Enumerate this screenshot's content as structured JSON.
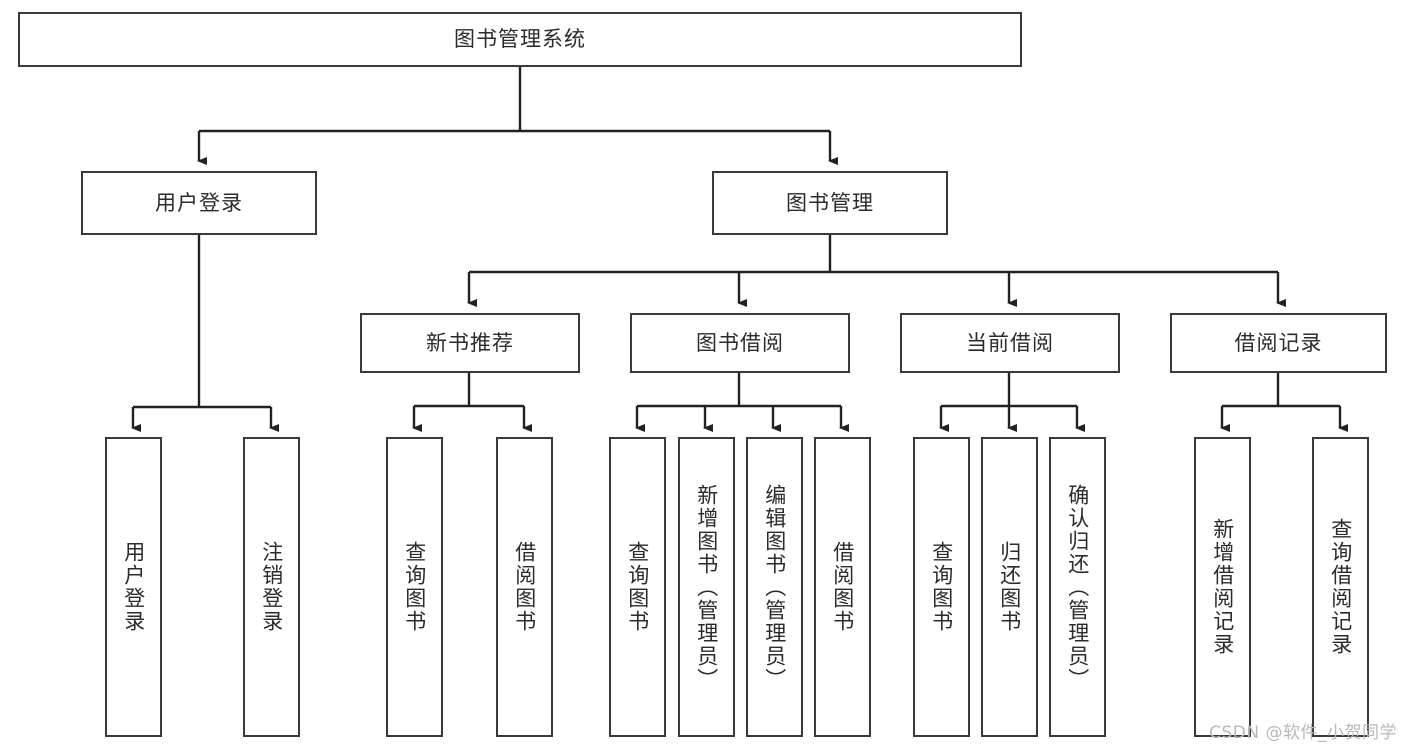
{
  "diagram": {
    "title": "图书管理系统",
    "type": "tree-hierarchy",
    "watermark": "CSDN @软件_小贺同学",
    "colors": {
      "box_border": "#3a3a3a",
      "box_fill": "#ffffff",
      "connector": "#222222",
      "text": "#2b2b2b",
      "watermark": "#b9b9b9"
    },
    "root": {
      "label": "图书管理系统"
    },
    "level2": [
      {
        "label": "用户登录"
      },
      {
        "label": "图书管理"
      }
    ],
    "level3": [
      {
        "label": "新书推荐"
      },
      {
        "label": "图书借阅"
      },
      {
        "label": "当前借阅"
      },
      {
        "label": "借阅记录"
      }
    ],
    "leaves": [
      {
        "label": "用户登录",
        "parent": "用户登录"
      },
      {
        "label": "注销登录",
        "parent": "用户登录"
      },
      {
        "label": "查询图书",
        "parent": "新书推荐"
      },
      {
        "label": "借阅图书",
        "parent": "新书推荐"
      },
      {
        "label": "查询图书",
        "parent": "图书借阅"
      },
      {
        "label": "新增图书（管理员）",
        "parent": "图书借阅"
      },
      {
        "label": "编辑图书（管理员）",
        "parent": "图书借阅"
      },
      {
        "label": "借阅图书",
        "parent": "图书借阅"
      },
      {
        "label": "查询图书",
        "parent": "当前借阅"
      },
      {
        "label": "归还图书",
        "parent": "当前借阅"
      },
      {
        "label": "确认归还（管理员）",
        "parent": "当前借阅"
      },
      {
        "label": "新增借阅记录",
        "parent": "借阅记录"
      },
      {
        "label": "查询借阅记录",
        "parent": "借阅记录"
      }
    ]
  }
}
